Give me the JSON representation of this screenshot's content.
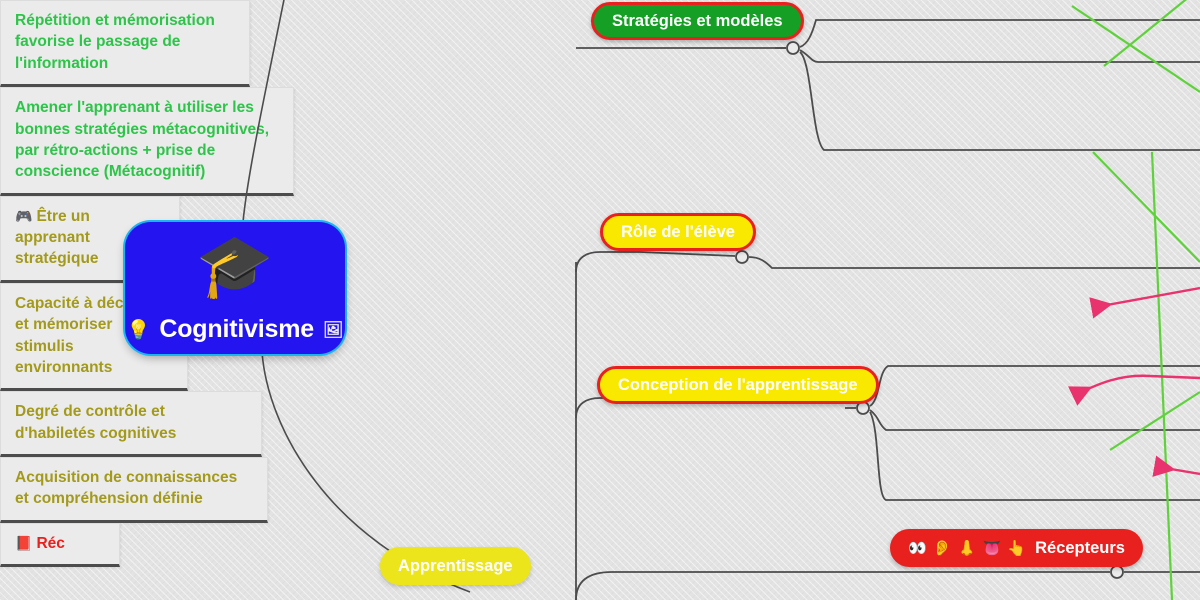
{
  "app": {
    "title": "Cognitivisme mind map",
    "background_color": "#e3e3e3"
  },
  "palette": {
    "hub_fill": "#2414f0",
    "hub_glow": "#18b6f5",
    "green_fill": "#15a025",
    "red_border": "#e8201e",
    "yellow_fill": "#f9e800",
    "plain_yellow_fill": "#ece51c",
    "red_fill": "#e8201e",
    "card_bg": "#ebebeb",
    "green_text": "#2ec44a",
    "olive_text": "#a39a1b",
    "edge_line": "#4c4c4c",
    "arrow_red": "#e8336e",
    "arrow_green": "#5fd13b"
  },
  "hub": {
    "image_icon": "graduation-cap",
    "image_glyph": "🎓",
    "bulb_glyph": "💡",
    "label": "Cognitivisme",
    "picture_glyph": "🖼"
  },
  "branches": [
    {
      "id": "strategies",
      "label": "Stratégies et modèles",
      "style": "green",
      "leaves": [
        {
          "id": "repetition",
          "text": "Répétition et mémorisation favorise le passage de l'information",
          "style": "green-text"
        },
        {
          "id": "metacognitif",
          "text": "Amener l'apprenant à utiliser les bonnes stratégies métacognitives, par rétro-actions + prise de conscience (Métacognitif)",
          "style": "green-text"
        }
      ]
    },
    {
      "id": "role-eleve",
      "label": "Rôle de l'élève",
      "style": "yellow",
      "leaves": [
        {
          "id": "apprenant-strategique",
          "emoji_name": "game-controller-icon",
          "emoji": "🎮",
          "text": "Être un apprenant stratégique",
          "style": "olive-text"
        },
        {
          "id": "capacite-decoder",
          "text": "Capacité à décoder et mémoriser stimulis environnants",
          "style": "olive-text"
        }
      ]
    },
    {
      "id": "conception",
      "label": "Conception de l'apprentissage",
      "style": "yellow",
      "leaves": [
        {
          "id": "degre-controle",
          "text": "Degré de contrôle et d'habiletés cognitives",
          "style": "olive-text"
        },
        {
          "id": "acquisition",
          "text": "Acquisition de connaissances  et compréhension définie",
          "style": "olive-text"
        }
      ]
    },
    {
      "id": "apprentissage",
      "label": "Apprentissage",
      "style": "plain-yellow",
      "leaves": []
    },
    {
      "id": "recepteurs",
      "emojis": "👀 👂 👃 👅 👆",
      "emoji_names": "eyes-icon ear-icon nose-icon tongue-icon finger-icon",
      "label": "Récepteurs",
      "style": "red",
      "leaves": [
        {
          "id": "recepteurs-cut",
          "emoji_name": "red-book-icon",
          "emoji": "📕",
          "text": "Réc",
          "style": "red-text"
        }
      ]
    }
  ],
  "annotations": {
    "red_arrows": 3,
    "green_lines": 4,
    "arrow_direction": "left"
  }
}
